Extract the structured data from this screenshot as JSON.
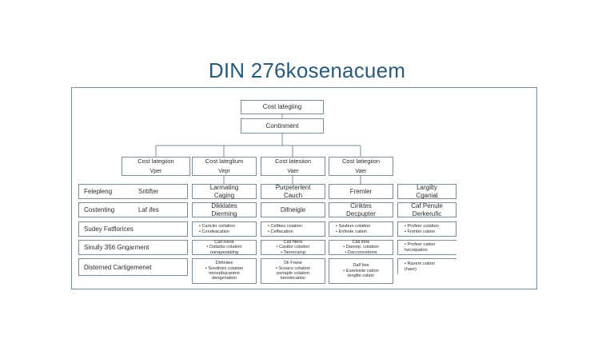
{
  "title": "DIN 276kosenacuem",
  "top_boxes": [
    "Cost lategiing",
    "Continment"
  ],
  "categories": [
    {
      "label": "Cost lategiion",
      "sub": "Vper"
    },
    {
      "label": "Cost lateglium",
      "sub": "Vepr"
    },
    {
      "label": "Cost latesiion",
      "sub": "Vaer"
    },
    {
      "label": "Cost latiegiion",
      "sub": "Vaer"
    }
  ],
  "rows": [
    {
      "label": "Felepleng",
      "label2": "Sritifter",
      "cells": [
        [
          "Larmating",
          "Caging"
        ],
        [
          "Purpeterlent",
          "Cauch"
        ],
        [
          "Fremler"
        ],
        [
          "Largilty",
          "Cganial"
        ]
      ]
    },
    {
      "label": "Costenting",
      "label2": "Laf ifes",
      "cells": [
        [
          "Dikklates",
          "Dierming"
        ],
        [
          "Difneigle"
        ],
        [
          "Ciriktes",
          "Decpupter"
        ],
        [
          "Caf Penule",
          "Derkerufic"
        ]
      ]
    },
    {
      "label": "Sudey Fatflorices",
      "label2": "",
      "cells": [
        [
          "• Caricler coilation",
          "• Condeacation"
        ],
        [
          "• Cefikes coiation",
          "• Ceffacation"
        ],
        [
          "• Savbun colation",
          "• Enfeste cation"
        ],
        [
          "• Profeer colation",
          "• Fronter cation"
        ]
      ]
    },
    {
      "label": "Sinully 356 Gngarment",
      "label2": "",
      "cells": [
        [
          "Call hiese",
          "• Dafarbs colation",
          "nanapeutaling"
        ],
        [
          "Cali hfere",
          "• Casibe colation",
          "• Tanrecaing"
        ],
        [
          "Cali inne",
          "• Dareep. cotation",
          "• Dacconcetions"
        ],
        [
          "• Profeer cation",
          "hecstpation"
        ]
      ]
    },
    {
      "label": "Disterned Cartigemenet",
      "label2": "",
      "cells": [
        [
          "Dirtiniiee",
          "• Sosdines coiation",
          "nenepbucanton",
          "dengenation"
        ],
        [
          "Dli Frane",
          "• Sceacs cotation",
          "penaple colation",
          "kenslocation"
        ],
        [
          "Dalf liee",
          "• Eurelsiole cation",
          "tengfie cation"
        ],
        [
          "• Rasern cation",
          "(hare)"
        ]
      ]
    }
  ]
}
